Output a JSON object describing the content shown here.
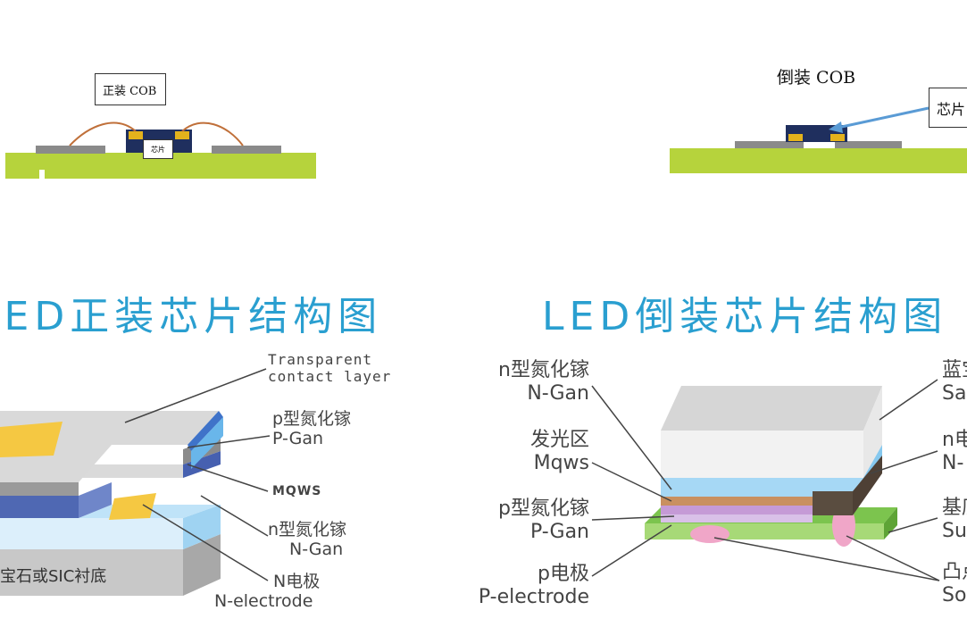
{
  "top_left": {
    "label": "正装 COB",
    "chip": "芯片"
  },
  "top_right": {
    "title": "倒装 COB",
    "chip": "芯片"
  },
  "left_diagram": {
    "title": "LED正装芯片结构图",
    "transparent": [
      "Transparent",
      "contact layer"
    ],
    "p_gan": [
      "p型氮化镓",
      "P-Gan"
    ],
    "mqws": "MQWS",
    "n_gan": [
      "n型氮化镓",
      "N-Gan"
    ],
    "n_electrode": [
      "N电极",
      "N-electrode"
    ],
    "substrate": "宝石或SIC衬底"
  },
  "right_diagram": {
    "title": "LED倒装芯片结构图",
    "n_gan": [
      "n型氮化镓",
      "N-Gan"
    ],
    "mqws": [
      "发光区",
      "Mqws"
    ],
    "p_gan": [
      "p型氮化镓",
      "P-Gan"
    ],
    "p_electrode": [
      "p电极",
      "P-electrode"
    ],
    "sapphire": [
      "蓝宝",
      "Sa"
    ],
    "n_electrode": [
      "n电",
      "N-"
    ],
    "submount": [
      "基底",
      "Su"
    ],
    "solder": [
      "凸点",
      "So"
    ]
  },
  "colors": {
    "substrate_green": "#b6d33c",
    "pad_gray": "#8a8a8a",
    "chip_navy": "#1f2f5e",
    "pad_gold": "#e3b21c",
    "wire": "#c0703a",
    "title_blue": "#2a9fd0",
    "arrow_blue": "#5a9bd5"
  }
}
